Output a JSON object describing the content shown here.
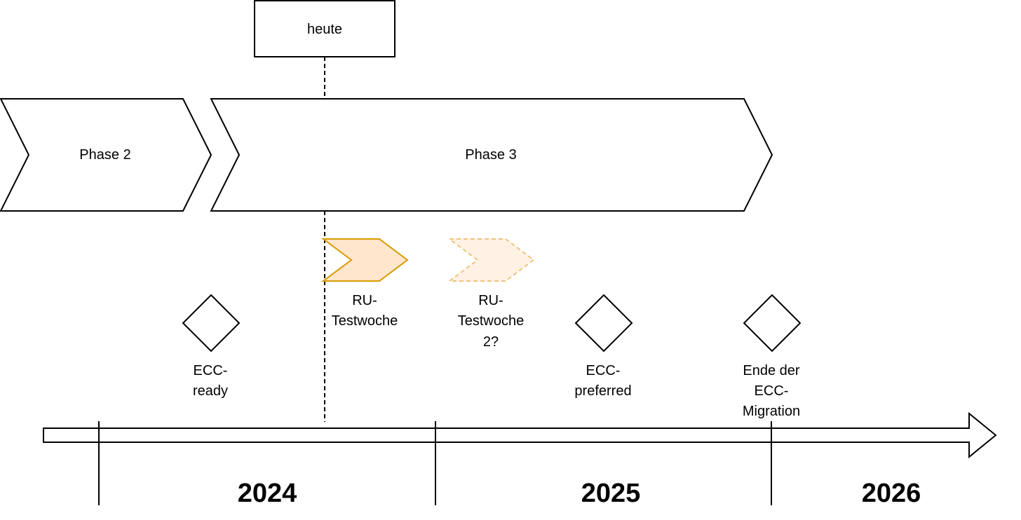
{
  "today": {
    "label": "heute"
  },
  "phases": [
    {
      "label": "Phase 2"
    },
    {
      "label": "Phase 3"
    }
  ],
  "test_weeks": [
    {
      "lines": [
        "RU-",
        "Testwoche"
      ],
      "status": "planned",
      "fill": "#ffe6cc",
      "stroke": "#d79b00"
    },
    {
      "lines": [
        "RU-",
        "Testwoche",
        "2?"
      ],
      "status": "tentative",
      "fill": "#fff2e5",
      "stroke": "#f0c27a"
    }
  ],
  "milestones": [
    {
      "lines": [
        "ECC-",
        "ready"
      ]
    },
    {
      "lines": [
        "ECC-",
        "preferred"
      ]
    },
    {
      "lines": [
        "Ende der",
        "ECC-",
        "Migration"
      ]
    }
  ],
  "years": [
    "2024",
    "2025",
    "2026"
  ],
  "colors": {
    "line": "#000000",
    "background": "#ffffff"
  }
}
